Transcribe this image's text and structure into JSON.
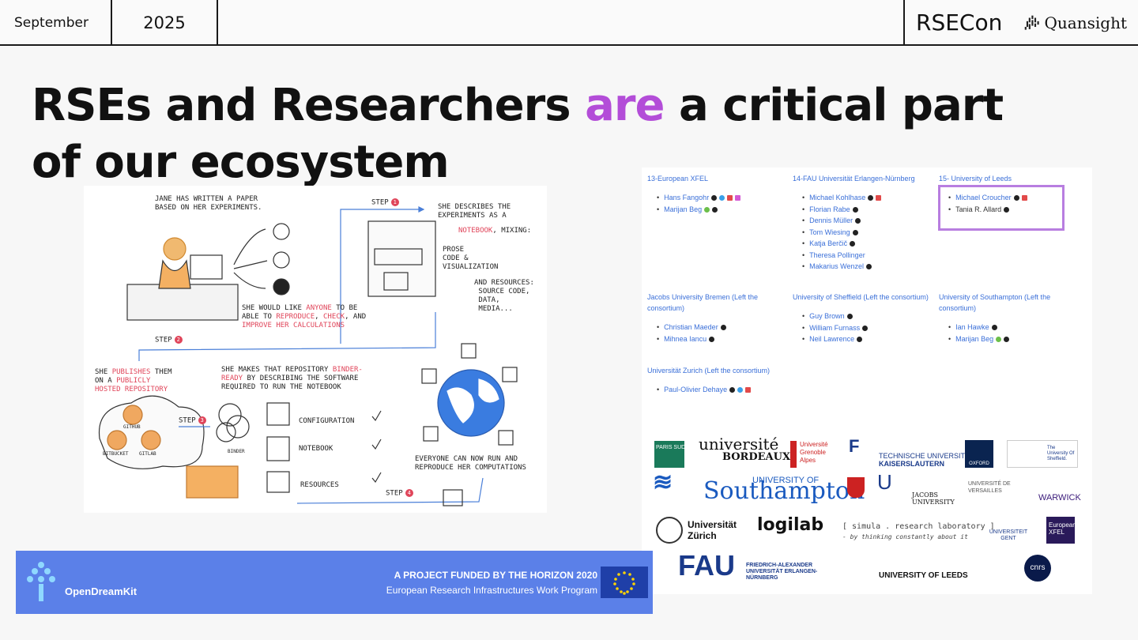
{
  "header": {
    "month": "September",
    "year": "2025",
    "conference": "RSECon",
    "brand": "Quansight"
  },
  "slide": {
    "title_part1": "RSEs and Researchers ",
    "title_accent": "are",
    "title_part2": " a critical part of our ecosystem"
  },
  "comic": {
    "t1": "JANE HAS WRITTEN A PAPER\nBASED ON HER EXPERIMENTS.",
    "step1": "STEP",
    "step1_num": "1",
    "t2": "SHE DESCRIBES THE\nEXPERIMENTS AS A",
    "t2_red": "NOTEBOOK",
    "t2_end": ", MIXING:",
    "t3": "PROSE\nCODE &\nVISUALIZATION",
    "t4": "AND RESOURCES:\n SOURCE CODE,\n DATA,\n MEDIA...",
    "t5a": "SHE WOULD LIKE ",
    "t5_anyone": "ANYONE",
    "t5b": " TO BE",
    "t5c": "ABLE TO ",
    "t5_reproduce": "REPRODUCE",
    "t5d": ", ",
    "t5_check": "CHECK",
    "t5e": ", AND",
    "t5_improve": "IMPROVE HER CALCULATIONS",
    "step2": "STEP",
    "step2_num": "2",
    "t6a": "SHE ",
    "t6_publishes": "PUBLISHES",
    "t6b": " THEM",
    "t6c": "ON A ",
    "t6_publicly": "PUBLICLY",
    "t6_hosted": "HOSTED REPOSITORY",
    "t7a": "SHE MAKES THAT REPOSITORY ",
    "t7_binder": "BINDER-",
    "t7_ready": "READY",
    "t7b": " BY DESCRIBING THE SOFTWARE",
    "t7c": "REQUIRED TO RUN THE NOTEBOOK",
    "step3": "STEP",
    "step3_num": "3",
    "github": "GITHUB",
    "bitbucket": "BITBUCKET",
    "gitlab": "GITLAB",
    "binder": "BINDER",
    "configuration": "CONFIGURATION",
    "notebook": "NOTEBOOK",
    "resources": "RESOURCES",
    "step4": "STEP",
    "step4_num": "4",
    "t8": "EVERYONE CAN NOW RUN AND\nREPRODUCE HER COMPUTATIONS"
  },
  "consortium": {
    "columns": [
      {
        "header": "13-European XFEL",
        "members": [
          "Hans Fangohr",
          "Marijan Beg"
        ]
      },
      {
        "header": "14-FAU Universität Erlangen-Nürnberg",
        "members": [
          "Michael Kohlhase",
          "Florian Rabe",
          "Dennis Müller",
          "Tom Wiesing",
          "Katja Berčič",
          "Theresa Pollinger",
          "Makarius Wenzel"
        ]
      },
      {
        "header": "15- University of Leeds",
        "members": [
          "Michael Croucher",
          "Tania R. Allard"
        ]
      },
      {
        "header": "Jacobs University Bremen (Left the",
        "header2": "consortium)",
        "members": [
          "Christian Maeder",
          "Mihnea Iancu"
        ]
      },
      {
        "header": "University of Sheffield (Left the consortium)",
        "members": [
          "Guy Brown",
          "William Furnass",
          "Neil Lawrence"
        ]
      },
      {
        "header": "University of Southampton (Left the",
        "header2": "consortium)",
        "members": [
          "Ian Hawke",
          "Marijan Beg"
        ]
      },
      {
        "header": "Universität Zurich (Left the consortium)",
        "members": [
          "Paul-Olivier Dehaye"
        ]
      }
    ]
  },
  "logos": {
    "paris": "PARIS SUD",
    "bordeaux1": "université",
    "bordeaux2": "BORDEAUX",
    "grenoble": "Université Grenoble Alpes",
    "kaiserslautern1": "TECHNISCHE UNIVERSITÄT",
    "kaiserslautern2": "KAISERSLAUTERN",
    "oxford": "OXFORD",
    "sheffield": "The University Of Sheffield.",
    "southampton1": "UNIVERSITY OF",
    "southampton2": "Southampton",
    "jacobs": "JACOBS UNIVERSITY",
    "versailles": "UNIVERSITÉ DE VERSAILLES",
    "warwick": "WARWICK",
    "zurich": "Universität Zürich",
    "logilab": "logilab",
    "simula1": "[ simula . research laboratory ]",
    "simula2": "- by thinking constantly about it",
    "gent": "UNIVERSITEIT GENT",
    "xfel": "European XFEL",
    "fau": "FAU",
    "fau_full": "FRIEDRICH-ALEXANDER UNIVERSITÄT ERLANGEN-NÜRNBERG",
    "leeds": "UNIVERSITY OF LEEDS",
    "cnrs": "cnrs"
  },
  "banner": {
    "name": "OpenDreamKit",
    "line1": "A PROJECT FUNDED BY THE HORIZON 2020",
    "line2": "European Research Infrastructures Work Program"
  },
  "colors": {
    "accent": "#b34dd8",
    "banner": "#5b80e8",
    "link": "#3a6fd8",
    "comic_red": "#e0455a"
  }
}
